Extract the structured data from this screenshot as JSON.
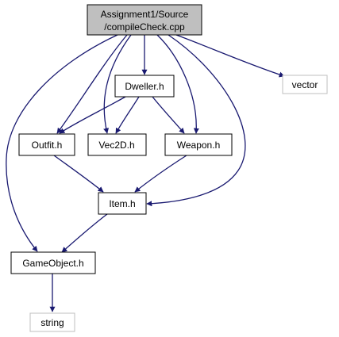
{
  "nodes": {
    "compile_check": {
      "line1": "Assignment1/Source",
      "line2": "/compileCheck.cpp"
    },
    "dweller": {
      "label": "Dweller.h"
    },
    "vector": {
      "label": "vector"
    },
    "outfit": {
      "label": "Outfit.h"
    },
    "vec2d": {
      "label": "Vec2D.h"
    },
    "weapon": {
      "label": "Weapon.h"
    },
    "item": {
      "label": "Item.h"
    },
    "gameobject": {
      "label": "GameObject.h"
    },
    "string": {
      "label": "string"
    }
  },
  "colors": {
    "edge": "#191970",
    "root_fill": "#bfbfbf",
    "node_border": "#000000",
    "external_border": "#bfbfbf"
  }
}
